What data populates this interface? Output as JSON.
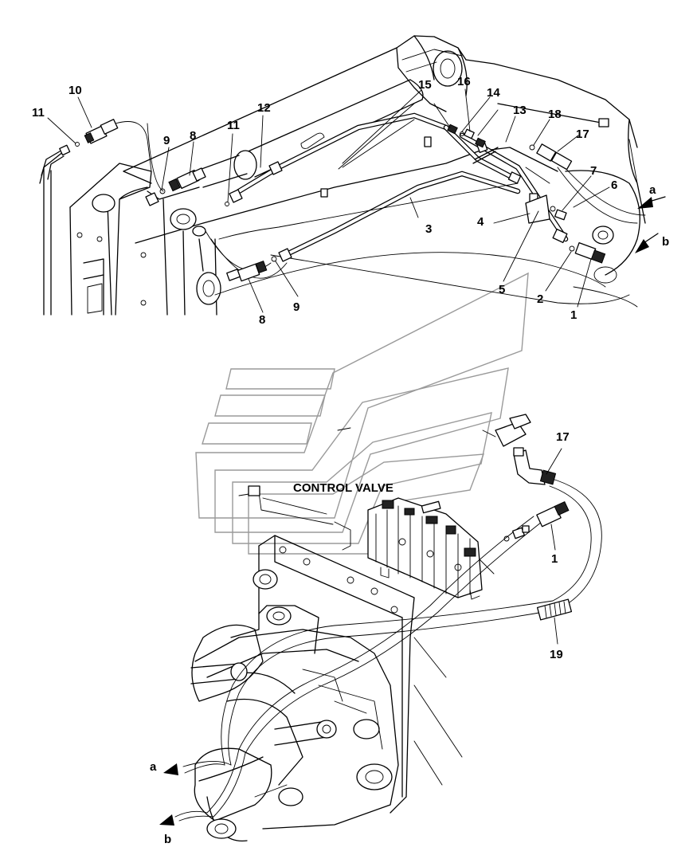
{
  "title_label": "CONTROL VALVE",
  "callouts": {
    "c1_top": "1",
    "c2": "2",
    "c3": "3",
    "c4": "4",
    "c5": "5",
    "c6": "6",
    "c7": "7",
    "c8_upper": "8",
    "c8_lower": "8",
    "c9_upper": "9",
    "c9_lower": "9",
    "c10": "10",
    "c11_left": "11",
    "c11_mid": "11",
    "c12": "12",
    "c13": "13",
    "c14": "14",
    "c15": "15",
    "c16": "16",
    "c17_top": "17",
    "c18": "18",
    "c17_bottom": "17",
    "c1_bottom": "1",
    "c19": "19"
  },
  "arrows": {
    "a_top": "a",
    "b_top": "b",
    "a_bottom": "a",
    "b_bottom": "b"
  }
}
